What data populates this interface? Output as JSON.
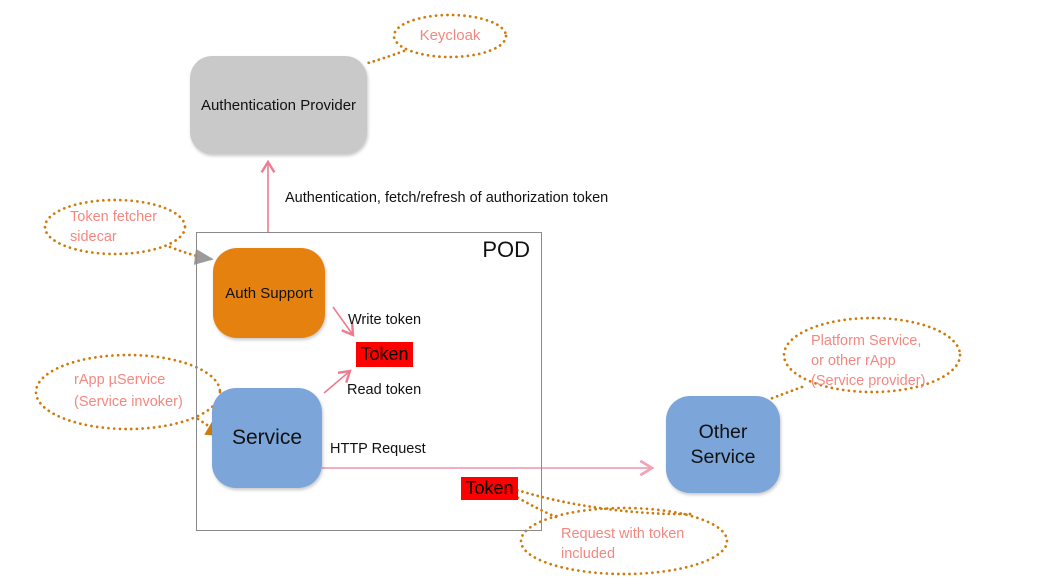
{
  "pod": {
    "label": "POD"
  },
  "boxes": {
    "auth_provider": {
      "label": "Authentication Provider"
    },
    "auth_support": {
      "label": "Auth Support"
    },
    "service": {
      "label": "Service"
    },
    "other_service": {
      "label": "Other Service"
    },
    "token_internal": {
      "label": "Token"
    },
    "token_request": {
      "label": "Token"
    }
  },
  "edges": {
    "auth_flow": {
      "label": "Authentication, fetch/refresh of authorization token"
    },
    "write_token": {
      "label": "Write token"
    },
    "read_token": {
      "label": "Read token"
    },
    "http_request": {
      "label": "HTTP Request"
    }
  },
  "clouds": {
    "keycloak": {
      "lines": [
        "Keycloak"
      ]
    },
    "token_fetcher": {
      "lines": [
        "Token fetcher",
        "sidecar"
      ]
    },
    "rapp_service": {
      "lines": [
        "rApp µService",
        "(Service invoker)"
      ]
    },
    "platform_service": {
      "lines": [
        "Platform Service,",
        "or other rApp",
        "(Service provider)"
      ]
    },
    "request_token": {
      "lines": [
        "Request with token",
        "included"
      ]
    }
  },
  "colors": {
    "auth_provider_fill": "#c9c9c9",
    "auth_support_fill": "#e5820f",
    "service_fill": "#7ca5d9",
    "token_fill": "#ff0000",
    "pod_border": "#8a8a8a",
    "arrow_pink": "#ef7b90",
    "http_line_pink": "#f0a3b5",
    "cloud_outline": "#cf7b0c",
    "cloud_text": "#f48880"
  }
}
